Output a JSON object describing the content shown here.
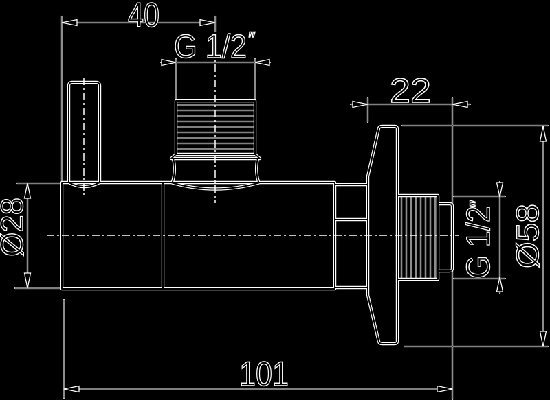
{
  "drawing": {
    "background_color": "#000000",
    "line_color": "#ffffff",
    "text_fill_color": "#000000"
  },
  "dimensions": {
    "top_offset": {
      "value": "40"
    },
    "top_thread": {
      "label": "G 1/2",
      "unit_mark": "″"
    },
    "wall_clearance": {
      "value": "22"
    },
    "body_diameter": {
      "value": "Ø28"
    },
    "overall_length": {
      "value": "101"
    },
    "wall_thread": {
      "label": "G 1/2",
      "unit_mark": "″"
    },
    "rosette_diameter": {
      "value": "Ø58"
    }
  }
}
